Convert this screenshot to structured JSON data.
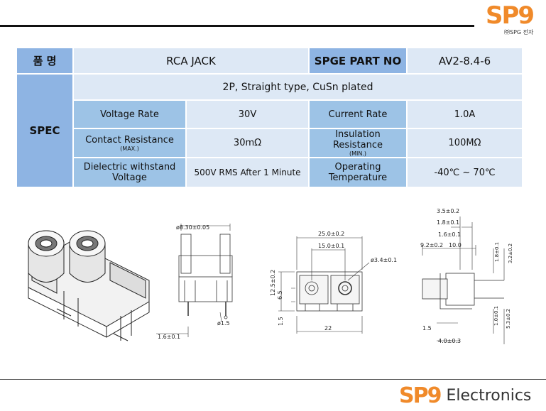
{
  "brand": {
    "logo": "SP9",
    "logo_sub": "㈜SPG 전자",
    "footer_word": "Electronics",
    "accent": "#f08a2a"
  },
  "table": {
    "name_label": "품  명",
    "name_value": "RCA JACK",
    "part_label": "SPGE PART NO",
    "part_value": "AV2-8.4-6",
    "spec_label": "SPEC",
    "spec_summary": "2P, Straight type, CuSn plated",
    "rows": [
      {
        "l1": "Voltage Rate",
        "l1_sub": "",
        "v1": "30V",
        "l2": "Current Rate",
        "l2_sub": "",
        "v2": "1.0A"
      },
      {
        "l1": "Contact Resistance",
        "l1_sub": "(MAX.)",
        "v1": "30mΩ",
        "l2": "Insulation Resistance",
        "l2_sub": "(MIN.)",
        "v2": "100MΩ"
      },
      {
        "l1": "Dielectric withstand Voltage",
        "l1_sub": "",
        "v1": "500V RMS After 1 Minute",
        "l2": "Operating Temperature",
        "l2_sub": "",
        "v2": "-40℃ ~ 70℃"
      }
    ]
  },
  "drawings": {
    "front": {
      "d1": "ø8.30±0.05",
      "d2": "ø1.5",
      "d3": "1.6±0.1"
    },
    "bottom": {
      "d1": "25.0±0.2",
      "d2": "15.0±0.1",
      "d3": "ø3.4±0.1",
      "d4": "12.5±0.2",
      "d5": "6.5",
      "d6": "1.5",
      "d7": "22"
    },
    "side": {
      "d1": "3.5±0.2",
      "d2": "1.8±0.1",
      "d3": "1.6±0.1",
      "d4": "9.2±0.2",
      "d5": "10.0",
      "d6": "1.8±0.1",
      "d7": "3.2±0.2",
      "d8": "1.0±0.1",
      "d9": "5.3±0.2",
      "d10": "1.5",
      "d11": "4.0±0.3"
    }
  },
  "colors": {
    "header": "#8eb4e3",
    "label": "#9dc3e6",
    "value": "#dde8f5"
  }
}
